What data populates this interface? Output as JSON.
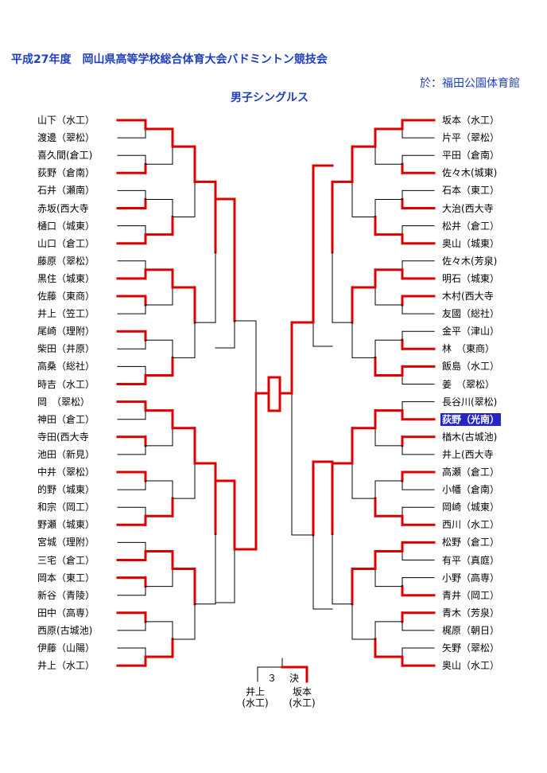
{
  "header": {
    "title": "平成27年度　岡山県高等学校総合体育大会バドミントン競技会",
    "venue": "於：福田公園体育館",
    "event": "男子シングルス"
  },
  "colors": {
    "winner_line": "#dd0000",
    "loser_line": "#000000",
    "header_text": "#1f3fbf",
    "highlight_bg": "#2626c8"
  },
  "left_players": [
    "山下（水工）",
    "渡邊（翠松）",
    "喜久間(倉工)",
    "荻野（倉南）",
    "石井（瀬南）",
    "赤坂(西大寺",
    "樋口（城東）",
    "山口（倉工）",
    "藤原（翠松）",
    "黒住（城東）",
    "佐藤（東商）",
    "井上（笠工）",
    "尾崎（理附）",
    "柴田（井原）",
    "高桑（総社）",
    "時吉（水工）",
    "岡　（翠松）",
    "神田（倉工）",
    "寺田(西大寺",
    "池田（新見）",
    "中井（翠松）",
    "的野（城東）",
    "和宗（岡工）",
    "野瀬（城東）",
    "宮城（理附）",
    "三宅（倉工）",
    "岡本（東工）",
    "新谷（青陵）",
    "田中（高専）",
    "西原(古城池)",
    "伊藤（山陽）",
    "井上（水工）"
  ],
  "right_players": [
    "坂本（水工）",
    "片平（翠松）",
    "平田（倉南）",
    "佐々木(城東)",
    "石本（東工）",
    "大治(西大寺",
    "松井（倉工）",
    "奥山（城東）",
    "佐々木(芳泉)",
    "明石（城東）",
    "木村(西大寺",
    "友國（総社）",
    "金平（津山）",
    "林　（東商）",
    "飯島（水工）",
    "姜　（翠松）",
    "長谷川(翠松)",
    "荻野（光南）",
    "楢木(古城池)",
    "井上(西大寺",
    "高瀬（倉工）",
    "小幡（倉南）",
    "岡崎（城東）",
    "西川（水工）",
    "松野（倉工）",
    "有平（真庭）",
    "小野（高専）",
    "青井（岡工）",
    "青木（芳泉）",
    "梶原（朝日）",
    "矢野（翠松）",
    "奥山（水工）"
  ],
  "highlighted_right_index": 17,
  "third_place": {
    "label": "３　決",
    "left": [
      "井上",
      "(水工)"
    ],
    "right": [
      "坂本",
      "(水工)"
    ],
    "winner": "right"
  },
  "left_winners": {
    "r1": [
      0,
      3,
      5,
      7,
      9,
      10,
      12,
      15,
      16,
      18,
      20,
      23,
      25,
      26,
      28,
      31
    ],
    "r2": [
      0,
      3,
      5,
      6,
      0,
      3,
      5,
      6
    ],
    "r3": [
      0,
      3,
      0,
      2
    ],
    "r4": [
      1,
      0
    ],
    "final_side": "loser"
  },
  "right_winners": {
    "r1": [
      0,
      3,
      5,
      7,
      9,
      10,
      13,
      14,
      17,
      18,
      20,
      23,
      24,
      27,
      28,
      31
    ],
    "r2": [
      0,
      2,
      5,
      7,
      0,
      2,
      5,
      7
    ],
    "r3": [
      0,
      2,
      0,
      2
    ],
    "r4": [
      0,
      0
    ],
    "final_side": "winner"
  }
}
